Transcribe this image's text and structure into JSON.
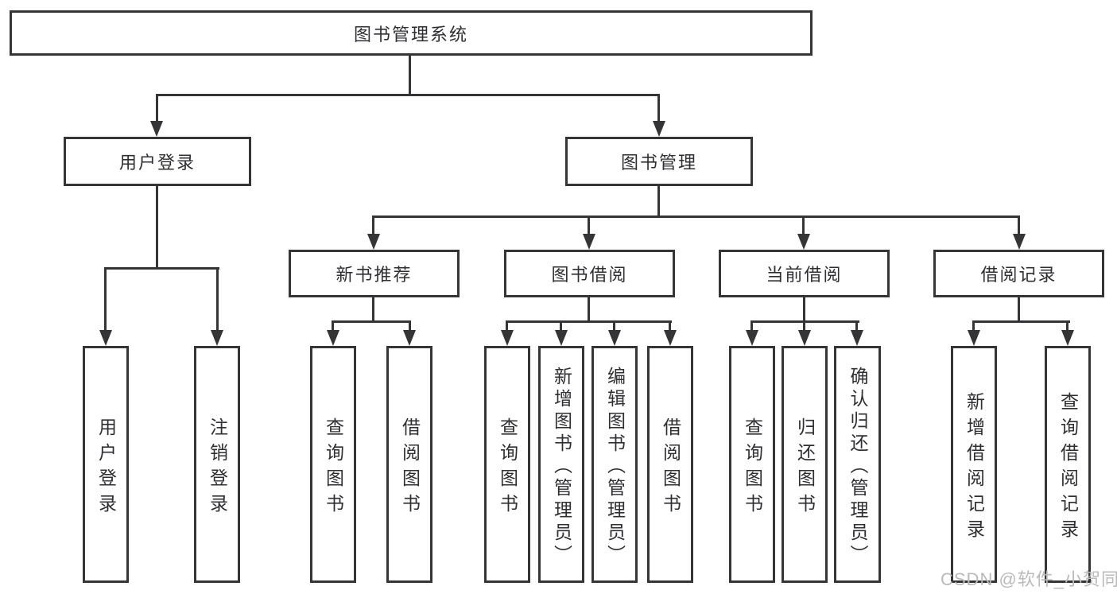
{
  "root": {
    "label": "图书管理系统"
  },
  "level2": [
    {
      "label": "用户登录",
      "parent": "图书管理系统"
    },
    {
      "label": "图书管理",
      "parent": "图书管理系统"
    }
  ],
  "level3": [
    {
      "label": "新书推荐",
      "parent": "图书管理"
    },
    {
      "label": "图书借阅",
      "parent": "图书管理"
    },
    {
      "label": "当前借阅",
      "parent": "图书管理"
    },
    {
      "label": "借阅记录",
      "parent": "图书管理"
    }
  ],
  "leaves": [
    {
      "label": "用户登录",
      "parent": "用户登录"
    },
    {
      "label": "注销登录",
      "parent": "用户登录"
    },
    {
      "label": "查询图书",
      "parent": "新书推荐"
    },
    {
      "label": "借阅图书",
      "parent": "新书推荐"
    },
    {
      "label": "查询图书",
      "parent": "图书借阅"
    },
    {
      "label": "新增图书（管理员）",
      "parent": "图书借阅"
    },
    {
      "label": "编辑图书（管理员）",
      "parent": "图书借阅"
    },
    {
      "label": "借阅图书",
      "parent": "图书借阅"
    },
    {
      "label": "查询图书",
      "parent": "当前借阅"
    },
    {
      "label": "归还图书",
      "parent": "当前借阅"
    },
    {
      "label": "确认归还（管理员）",
      "parent": "当前借阅"
    },
    {
      "label": "新增借阅记录",
      "parent": "借阅记录"
    },
    {
      "label": "查询借阅记录",
      "parent": "借阅记录"
    }
  ],
  "watermark": "CSDN @软件_小贺同学",
  "colors": {
    "line": "#353538",
    "text": "#2f2f33",
    "watermark": "#bababa",
    "background": "#ffffff"
  }
}
